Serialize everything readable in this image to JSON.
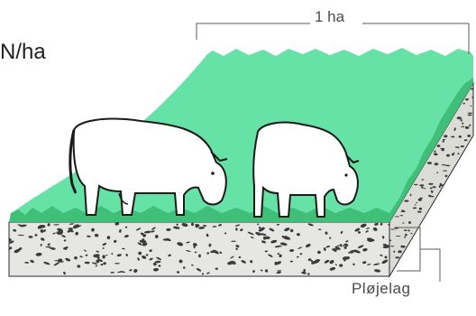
{
  "labels": {
    "unit": "N/ha",
    "area": "1 ha",
    "soil_layer": "Pløjelag"
  },
  "colors": {
    "grass": "#66e2a6",
    "grass_dark": "#3fbf78",
    "soil": "#e6e6e2",
    "soil_speckle": "#3b3b3b",
    "outline": "#2a2a2a"
  },
  "icons": [
    "cow-icon",
    "cow-icon",
    "grass-tufts",
    "soil-speckles"
  ]
}
